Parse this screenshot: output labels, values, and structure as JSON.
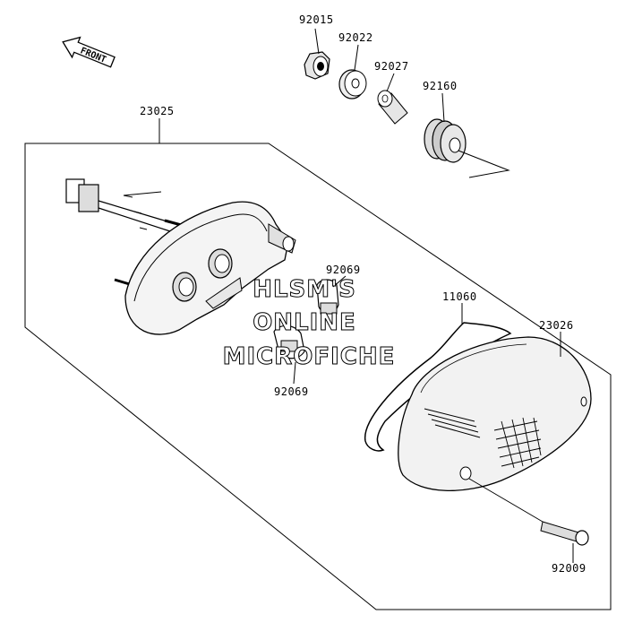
{
  "front_arrow": {
    "text": "FRONT"
  },
  "parts": [
    {
      "number": "92015"
    },
    {
      "number": "92022"
    },
    {
      "number": "92027"
    },
    {
      "number": "92160"
    },
    {
      "number": "23025"
    },
    {
      "number": "92069"
    },
    {
      "number": "11060"
    },
    {
      "number": "23026"
    },
    {
      "number": "92069"
    },
    {
      "number": "92009"
    }
  ],
  "watermark": {
    "line1": "HLSM'S",
    "line2": "ONLINE",
    "line3": "MICROFICHE"
  },
  "colors": {
    "line": "#000000",
    "background": "#ffffff",
    "shade": "#d8d8d8"
  }
}
